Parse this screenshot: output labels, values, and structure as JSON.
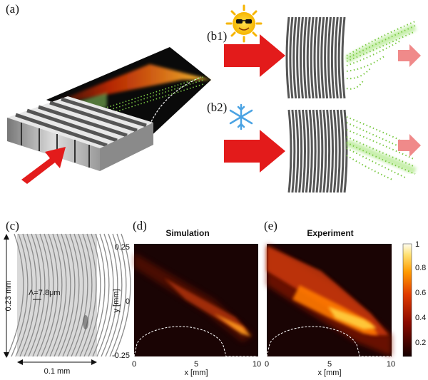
{
  "panels": {
    "a": {
      "label": "(a)"
    },
    "b1": {
      "label": "(b1)",
      "icon": "sun-with-sunglasses-icon"
    },
    "b2": {
      "label": "(b2)",
      "icon": "snowflake-icon"
    },
    "c": {
      "label": "(c)",
      "height_label": "0.23 mm",
      "width_label": "0.1 mm",
      "period_label": "Λ=7.8μm"
    },
    "d": {
      "label": "(d)",
      "title": "Simulation"
    },
    "e": {
      "label": "(e)",
      "title": "Experiment"
    }
  },
  "colors": {
    "arrow": "#e31b1b",
    "arrow_faded": "#f08a8a",
    "beam": "#7ac943",
    "grating": "#555555"
  },
  "chart_data": [
    {
      "type": "heatmap",
      "title": "Simulation",
      "xlabel": "x [mm]",
      "ylabel": "y [mm]",
      "xlim": [
        0,
        10
      ],
      "ylim": [
        -0.25,
        0.25
      ],
      "xticks": [
        "0",
        "5",
        "10"
      ],
      "yticks": [
        "0.25",
        "0",
        "-0.25"
      ],
      "colormap": "hot",
      "overlay": "dashed caustic curve"
    },
    {
      "type": "heatmap",
      "title": "Experiment",
      "xlabel": "x [mm]",
      "xlim": [
        0,
        10
      ],
      "ylim": [
        -0.25,
        0.25
      ],
      "xticks": [
        "0",
        "5",
        "10"
      ],
      "colormap": "hot",
      "overlay": "dashed caustic curve",
      "colorbar": {
        "range": [
          0.1,
          1
        ],
        "ticks": [
          "1",
          "0.8",
          "0.6",
          "0.4",
          "0.2"
        ]
      }
    }
  ]
}
